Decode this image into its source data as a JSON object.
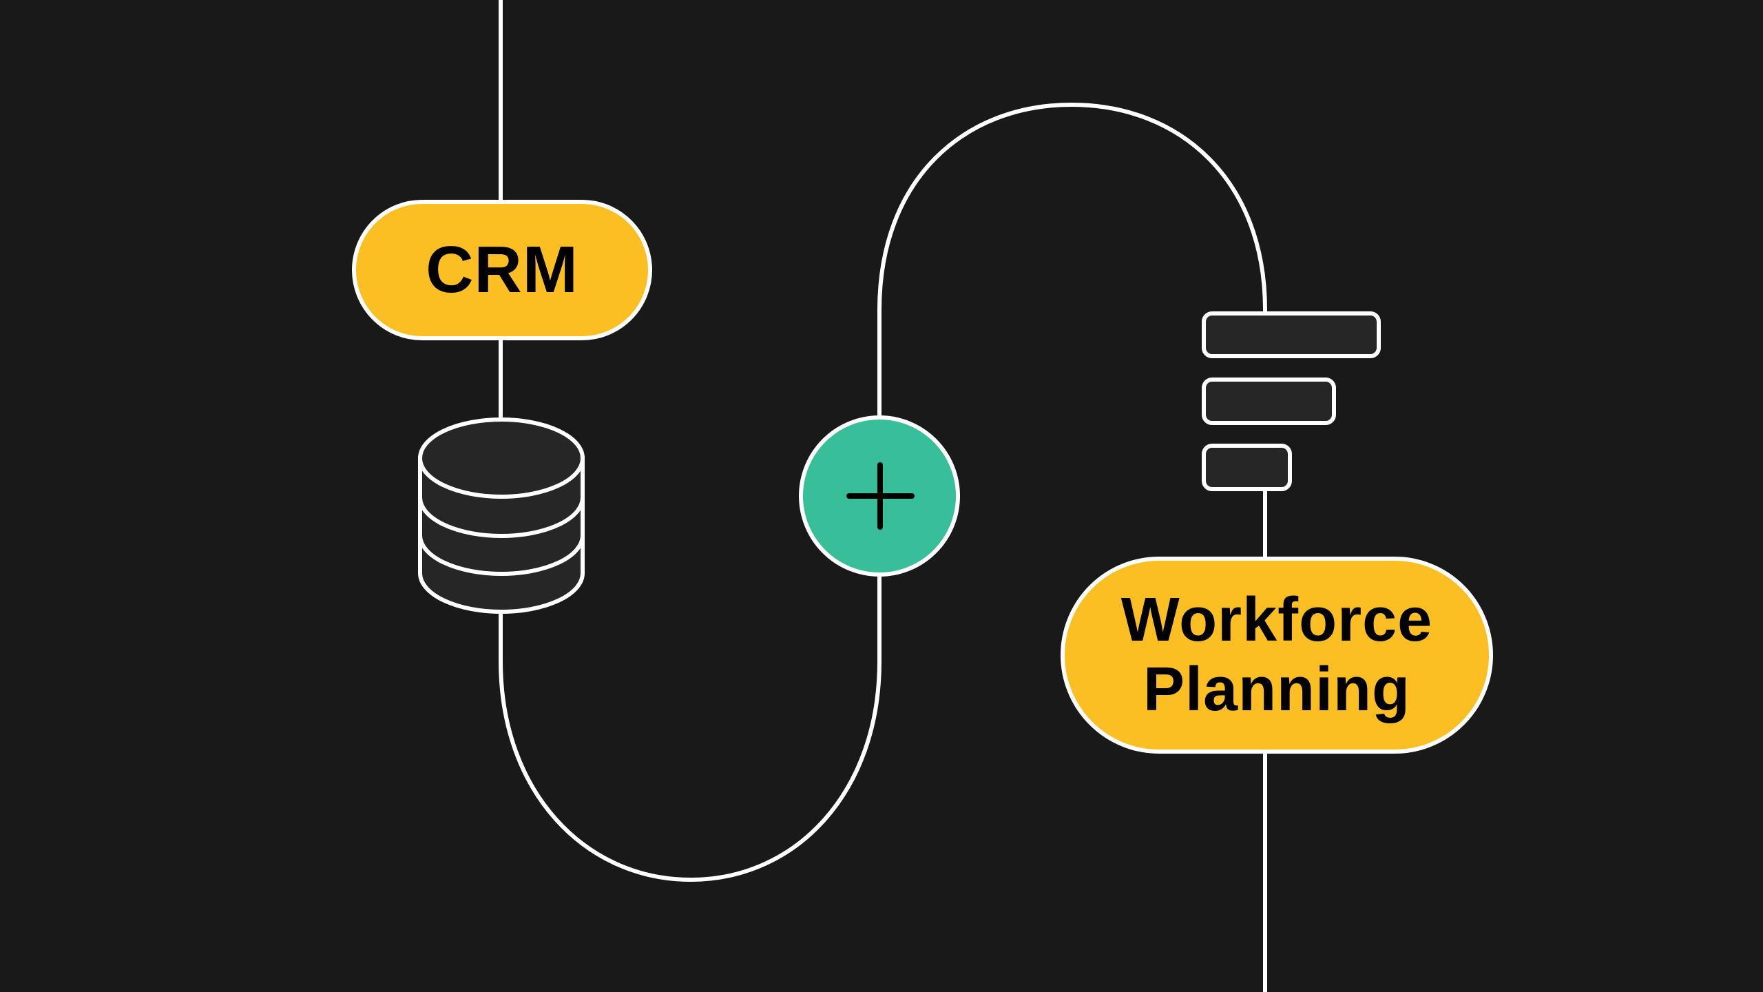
{
  "colors": {
    "background": "#191919",
    "stroke": "#ffffff",
    "pill_fill": "#fbbf24",
    "plus_fill": "#38bf99",
    "dark_fill": "#262626",
    "text": "#000000"
  },
  "nodes": {
    "crm": {
      "label": "CRM",
      "icon": "database-icon"
    },
    "merge": {
      "icon": "plus-icon"
    },
    "bars": {
      "icon": "bar-list-icon",
      "count": 3
    },
    "workforce": {
      "line1": "Workforce",
      "line2": "Planning"
    }
  }
}
